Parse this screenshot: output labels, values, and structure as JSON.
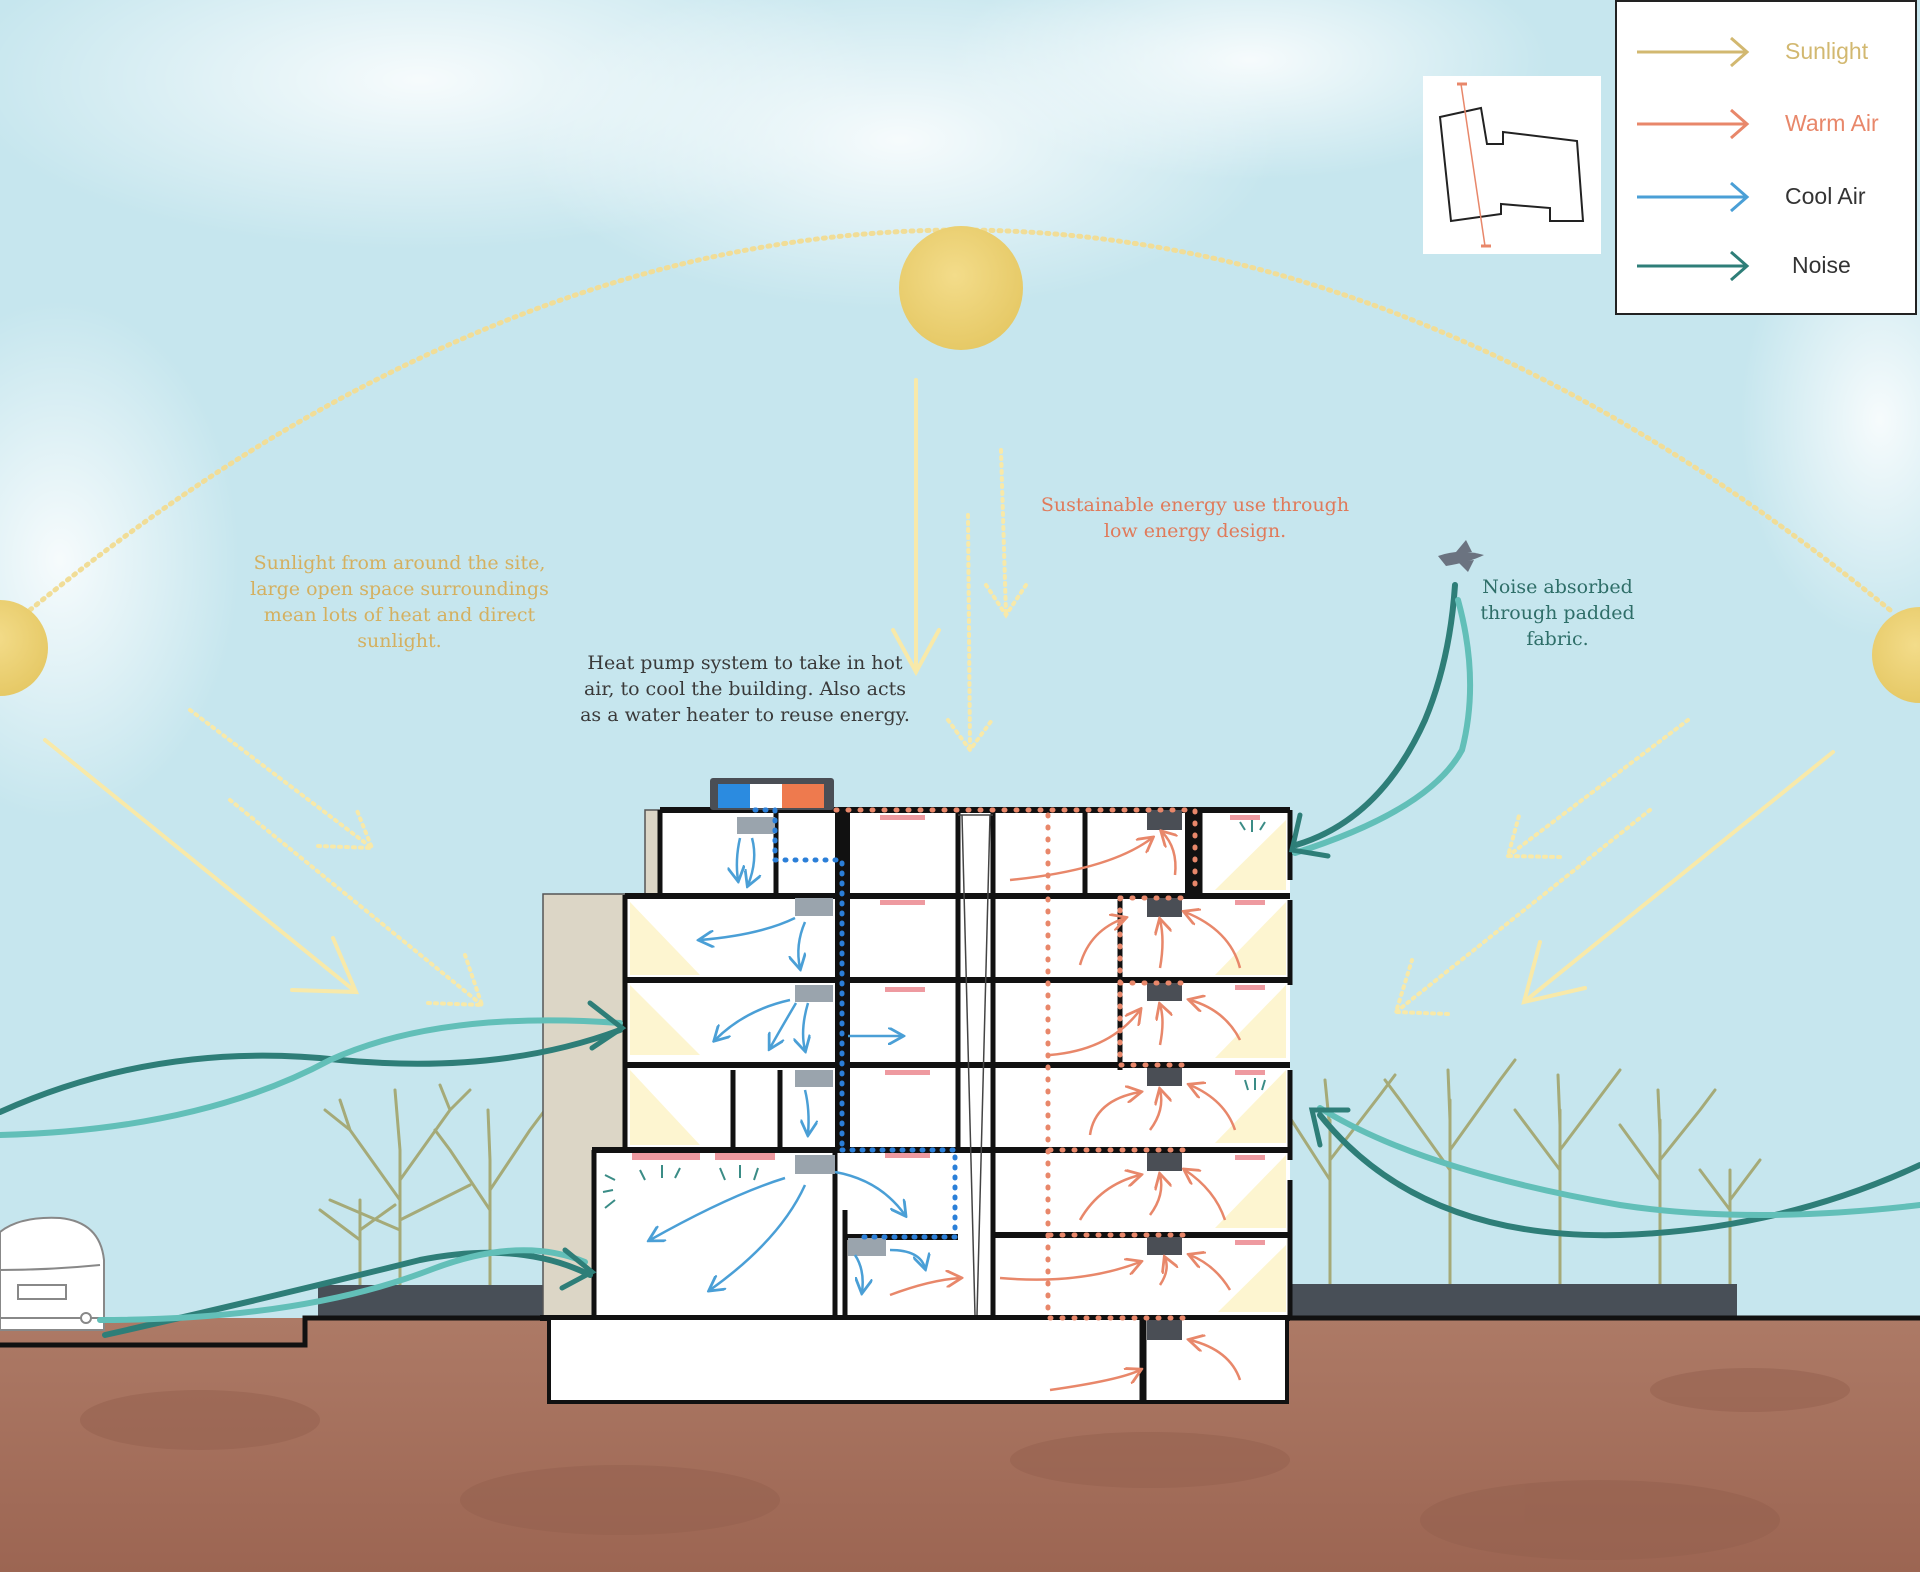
{
  "annotations": {
    "sunlight_note": "Sunlight from around the site, large open space surroundings mean lots of heat and direct sunlight.",
    "heat_pump_note": "Heat pump system to take in hot air, to cool the building. Also acts as a water heater to reuse energy.",
    "energy_note": "Sustainable energy use through low energy design.",
    "noise_note": "Noise absorbed through padded fabric."
  },
  "legend": {
    "items": [
      {
        "label": "Sunlight",
        "color": "#d2b870"
      },
      {
        "label": "Warm Air",
        "color": "#e8876a"
      },
      {
        "label": "Cool Air",
        "color": "#4a9fd6"
      },
      {
        "label": "Noise",
        "color": "#2e7e78"
      }
    ]
  },
  "colors": {
    "sky": "#c6e6ee",
    "ground": "#a87260",
    "sun": "#ecd179",
    "sun_ray": "#f6e7a6",
    "sun_note_text": "#d4b060",
    "energy_note_text": "#e07a5a",
    "noise_text": "#2e6e68",
    "heat_pump_text": "#3a3a3a",
    "trees": "#a7ab78"
  }
}
